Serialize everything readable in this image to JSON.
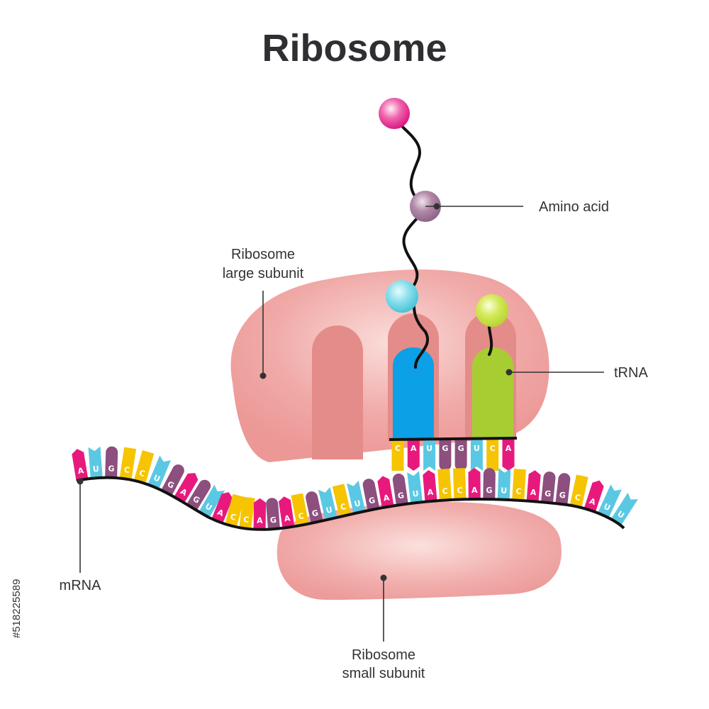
{
  "title": "Ribosome",
  "labels": {
    "amino_acid": "Amino acid",
    "large_subunit_line1": "Ribosome",
    "large_subunit_line2": "large subunit",
    "trna": "tRNA",
    "mrna": "mRNA",
    "small_subunit_line1": "Ribosome",
    "small_subunit_line2": "small subunit"
  },
  "watermark_id": "#518225589",
  "mrna_sequence": "AUGCCUGAGUACCAGACGUCUGAGUACCAGUCAGGCAUU",
  "trna_anticodons": "CAUGGUCA",
  "colors": {
    "A": "#e8197d",
    "U": "#5bc8e3",
    "G": "#8c4f7e",
    "C": "#f6c400",
    "ribosome": "#ec9c9a",
    "ribosome_light": "#f8d3d0",
    "channel": "#e08480",
    "trna_blue": "#0ca0e6",
    "trna_green": "#a8cd33",
    "amino_pink": "#e4168d",
    "amino_purple": "#9a6f92",
    "amino_cyan": "#52c7d9",
    "amino_lime": "#bcd83a",
    "backbone": "#111111",
    "leader": "#333333"
  }
}
